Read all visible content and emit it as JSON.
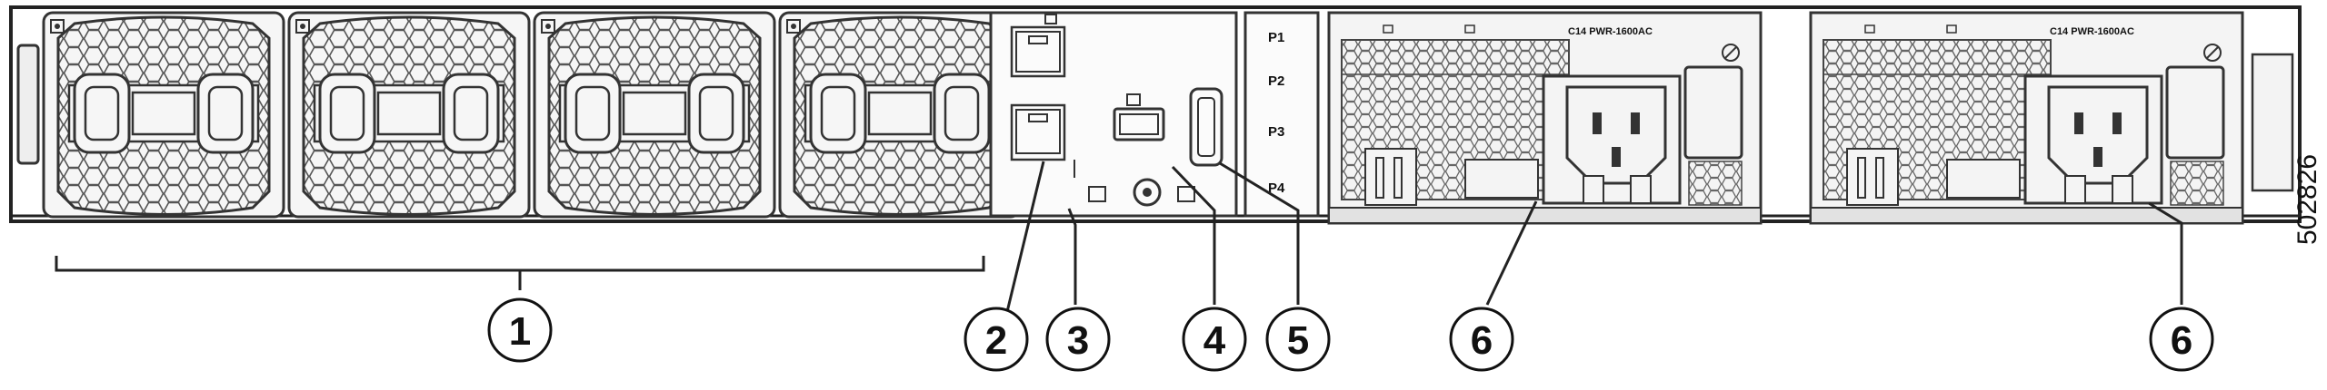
{
  "callouts": [
    "1",
    "2",
    "3",
    "4",
    "5",
    "6",
    "6"
  ],
  "psu_label": "C14 PWR-1600AC",
  "port_labels": [
    "P1",
    "P2",
    "P3",
    "P4"
  ],
  "figure_id": "502826"
}
